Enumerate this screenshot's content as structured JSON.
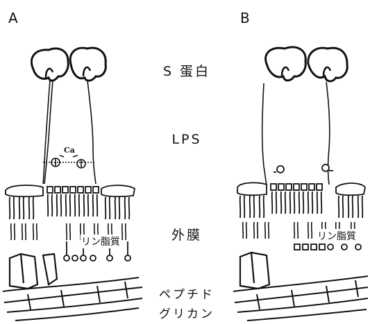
{
  "panels": {
    "a": "A",
    "b": "B"
  },
  "layers": {
    "s_protein": "S 蛋白",
    "lps": "LPS",
    "outer_membrane": "外膜",
    "peptidoglycan_line1": "ペプチド",
    "peptidoglycan_line2": "グリカン"
  },
  "annotations": {
    "phospholipid_a": "リン脂質",
    "phospholipid_b": "リン脂質",
    "ca": "Ca"
  }
}
